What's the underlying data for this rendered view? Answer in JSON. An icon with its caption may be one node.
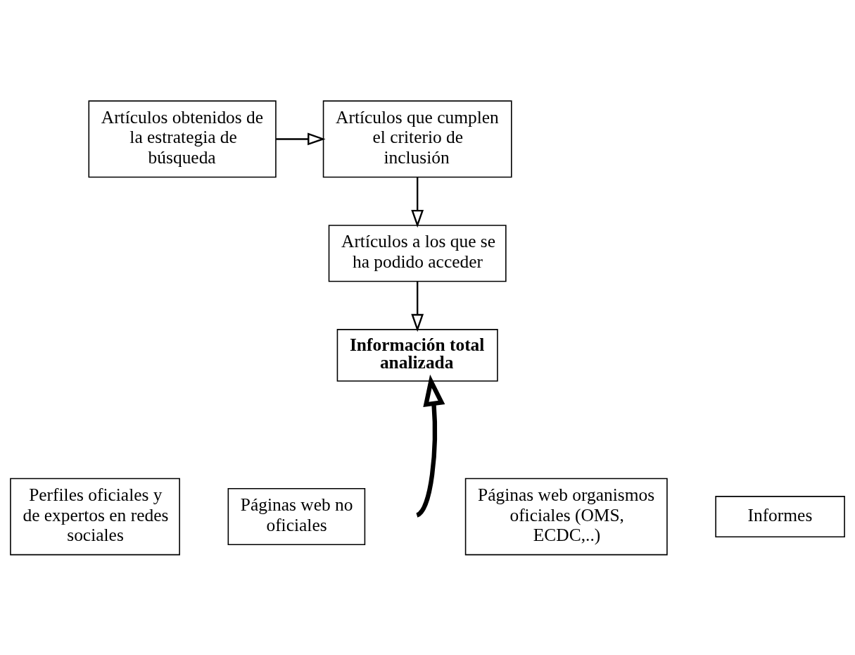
{
  "diagram": {
    "nodes": [
      {
        "text": [
          "Artículos obtenidos de la estrategia de búsqueda"
        ]
      },
      {
        "text": [
          "Artículos que cumplen el criterio de inclusión"
        ]
      },
      {
        "text": [
          "Artículos a los que se ha podido acceder"
        ]
      },
      {
        "text": [
          "Información total analizada"
        ]
      },
      {
        "text": [
          "Perfiles oficiales y de expertos en redes sociales"
        ]
      },
      {
        "text": [
          "Páginas web no oficiales"
        ]
      },
      {
        "text": [
          "Páginas web organismos oficiales (OMS, ECDC,..)"
        ]
      },
      {
        "text": [
          "Informes"
        ]
      }
    ],
    "edges": [
      {
        "from": 0,
        "to": 1,
        "arrow": "to"
      },
      {
        "from": 1,
        "to": 2,
        "arrow": "to"
      },
      {
        "from": 2,
        "to": 3,
        "arrow": "to"
      },
      {
        "from": null,
        "to": 3,
        "arrow": "to",
        "style": "thick"
      }
    ]
  }
}
